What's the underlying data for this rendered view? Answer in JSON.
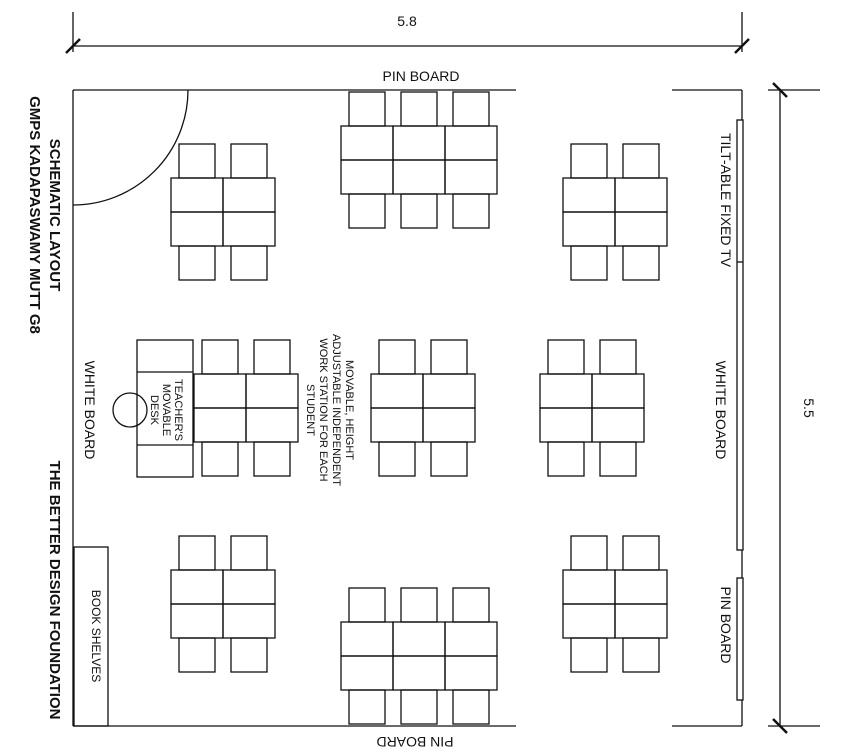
{
  "dimensions": {
    "width_label": "5.8",
    "depth_label": "5.5"
  },
  "labels": {
    "pin_board_top": "PIN BOARD",
    "pin_board_bottom": "PIN BOARD",
    "pin_board_right": "PIN BOARD",
    "tv": "TILT-ABLE FIXED TV",
    "white_board_left": "WHITE BOARD",
    "white_board_right": "WHITE BOARD",
    "book_shelves": "BOOK SHELVES",
    "teacher_desk": [
      "TEACHER'S",
      "MOVABLE",
      "DESK"
    ],
    "student_station": [
      "MOVABLE, HEIGHT",
      "ADJUSTABLE INDEPENDENT",
      "WORK STATION FOR EACH",
      "STUDENT"
    ]
  },
  "title_block": {
    "line1": "SCHEMATIC LAYOUT",
    "line2": "GMPS KADAPASWAMY MUTT G8",
    "org": "THE BETTER DESIGN FOUNDATION"
  }
}
